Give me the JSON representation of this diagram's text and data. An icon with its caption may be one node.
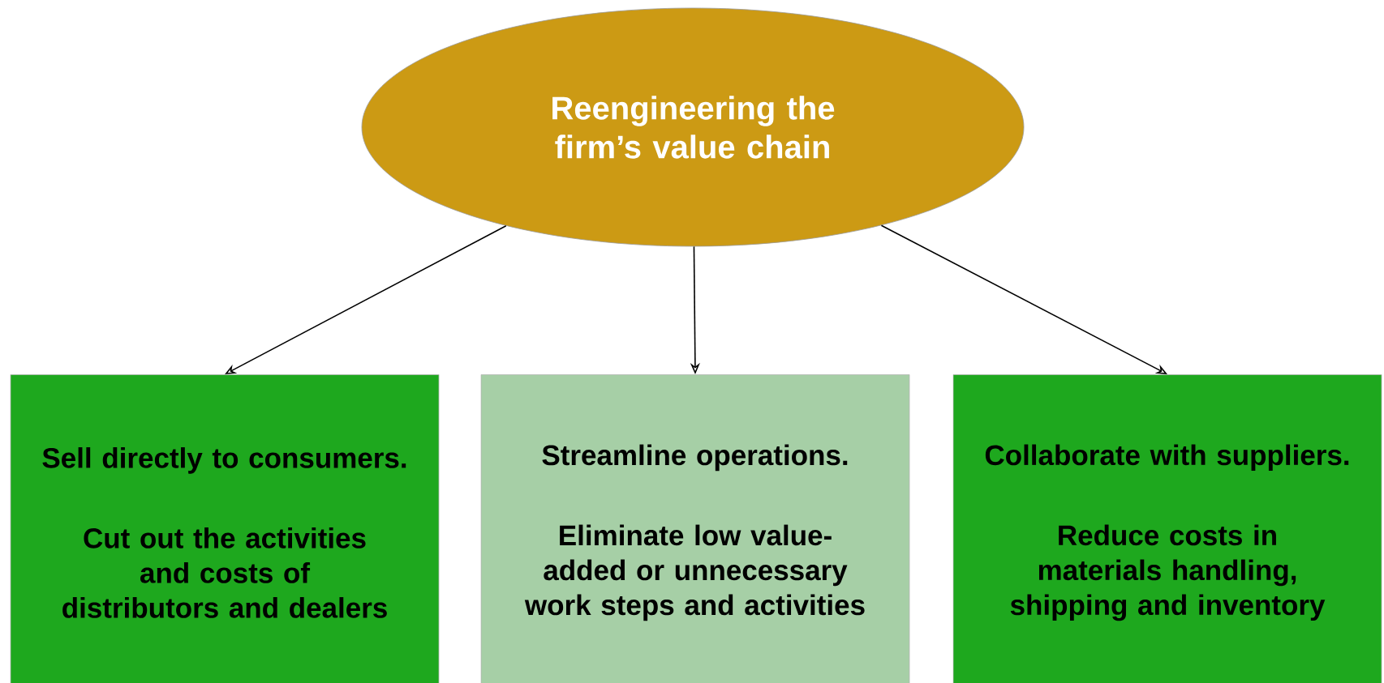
{
  "diagram": {
    "nodes": [
      {
        "text": [
          "Reengineering the firm’s value chain"
        ]
      },
      {
        "text": [
          "Sell directly to consumers.",
          "Cut out the activities and costs of distributors and dealers"
        ]
      },
      {
        "text": [
          "Streamline operations.",
          "Eliminate low value-added or unnecessary work steps and activities"
        ]
      },
      {
        "text": [
          "Collaborate with suppliers.",
          "Reduce costs in materials handling, shipping and inventory"
        ]
      }
    ],
    "edges": [
      {
        "from": 0,
        "to": 1,
        "arrow": "to"
      },
      {
        "from": 0,
        "to": 2,
        "arrow": "to"
      },
      {
        "from": 0,
        "to": 3,
        "arrow": "to"
      }
    ]
  }
}
